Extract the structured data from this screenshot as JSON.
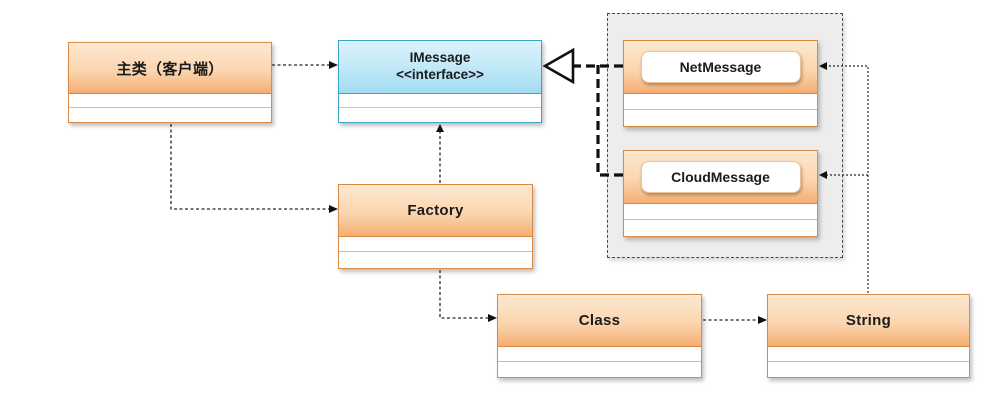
{
  "diagram": {
    "type": "uml-class-diagram",
    "nodes": {
      "main_class": {
        "label": "主类（客户端）",
        "compartments": 2
      },
      "imessage": {
        "title": "IMessage",
        "stereotype": "<<interface>>",
        "compartments": 2
      },
      "factory": {
        "label": "Factory",
        "compartments": 2
      },
      "net_message": {
        "label": "NetMessage",
        "compartments": 2
      },
      "cloud_message": {
        "label": "CloudMessage",
        "compartments": 2
      },
      "class_node": {
        "label": "Class",
        "compartments": 2
      },
      "string_node": {
        "label": "String",
        "compartments": 2
      }
    },
    "edges": [
      {
        "from": "main_class",
        "to": "imessage",
        "style": "dashed-arrow"
      },
      {
        "from": "main_class",
        "to": "factory",
        "style": "dashed-arrow"
      },
      {
        "from": "factory",
        "to": "imessage",
        "style": "dashed-arrow"
      },
      {
        "from": "factory",
        "to": "class_node",
        "style": "dashed-arrow"
      },
      {
        "from": "class_node",
        "to": "string_node",
        "style": "dashed-arrow"
      },
      {
        "from": "string_node",
        "to": "net_message",
        "style": "dotted-arrow"
      },
      {
        "from": "string_node",
        "to": "cloud_message",
        "style": "dotted-arrow"
      },
      {
        "from": "net_message",
        "to": "imessage",
        "style": "realization-thick-dashed-hollow-triangle"
      },
      {
        "from": "cloud_message",
        "to": "imessage",
        "style": "realization-thick-dashed-hollow-triangle"
      }
    ],
    "colors": {
      "node_orange_border": "#d98a45",
      "node_orange_top": "#fde8d1",
      "node_orange_bottom": "#f5ae72",
      "node_blue_border": "#3ea2c8",
      "node_blue_top": "#dbf3fc",
      "node_blue_bottom": "#a2dbf2",
      "group_fill": "#ededed",
      "group_border": "#4a4a4a",
      "connector": "#262626",
      "background": "#ffffff"
    }
  }
}
